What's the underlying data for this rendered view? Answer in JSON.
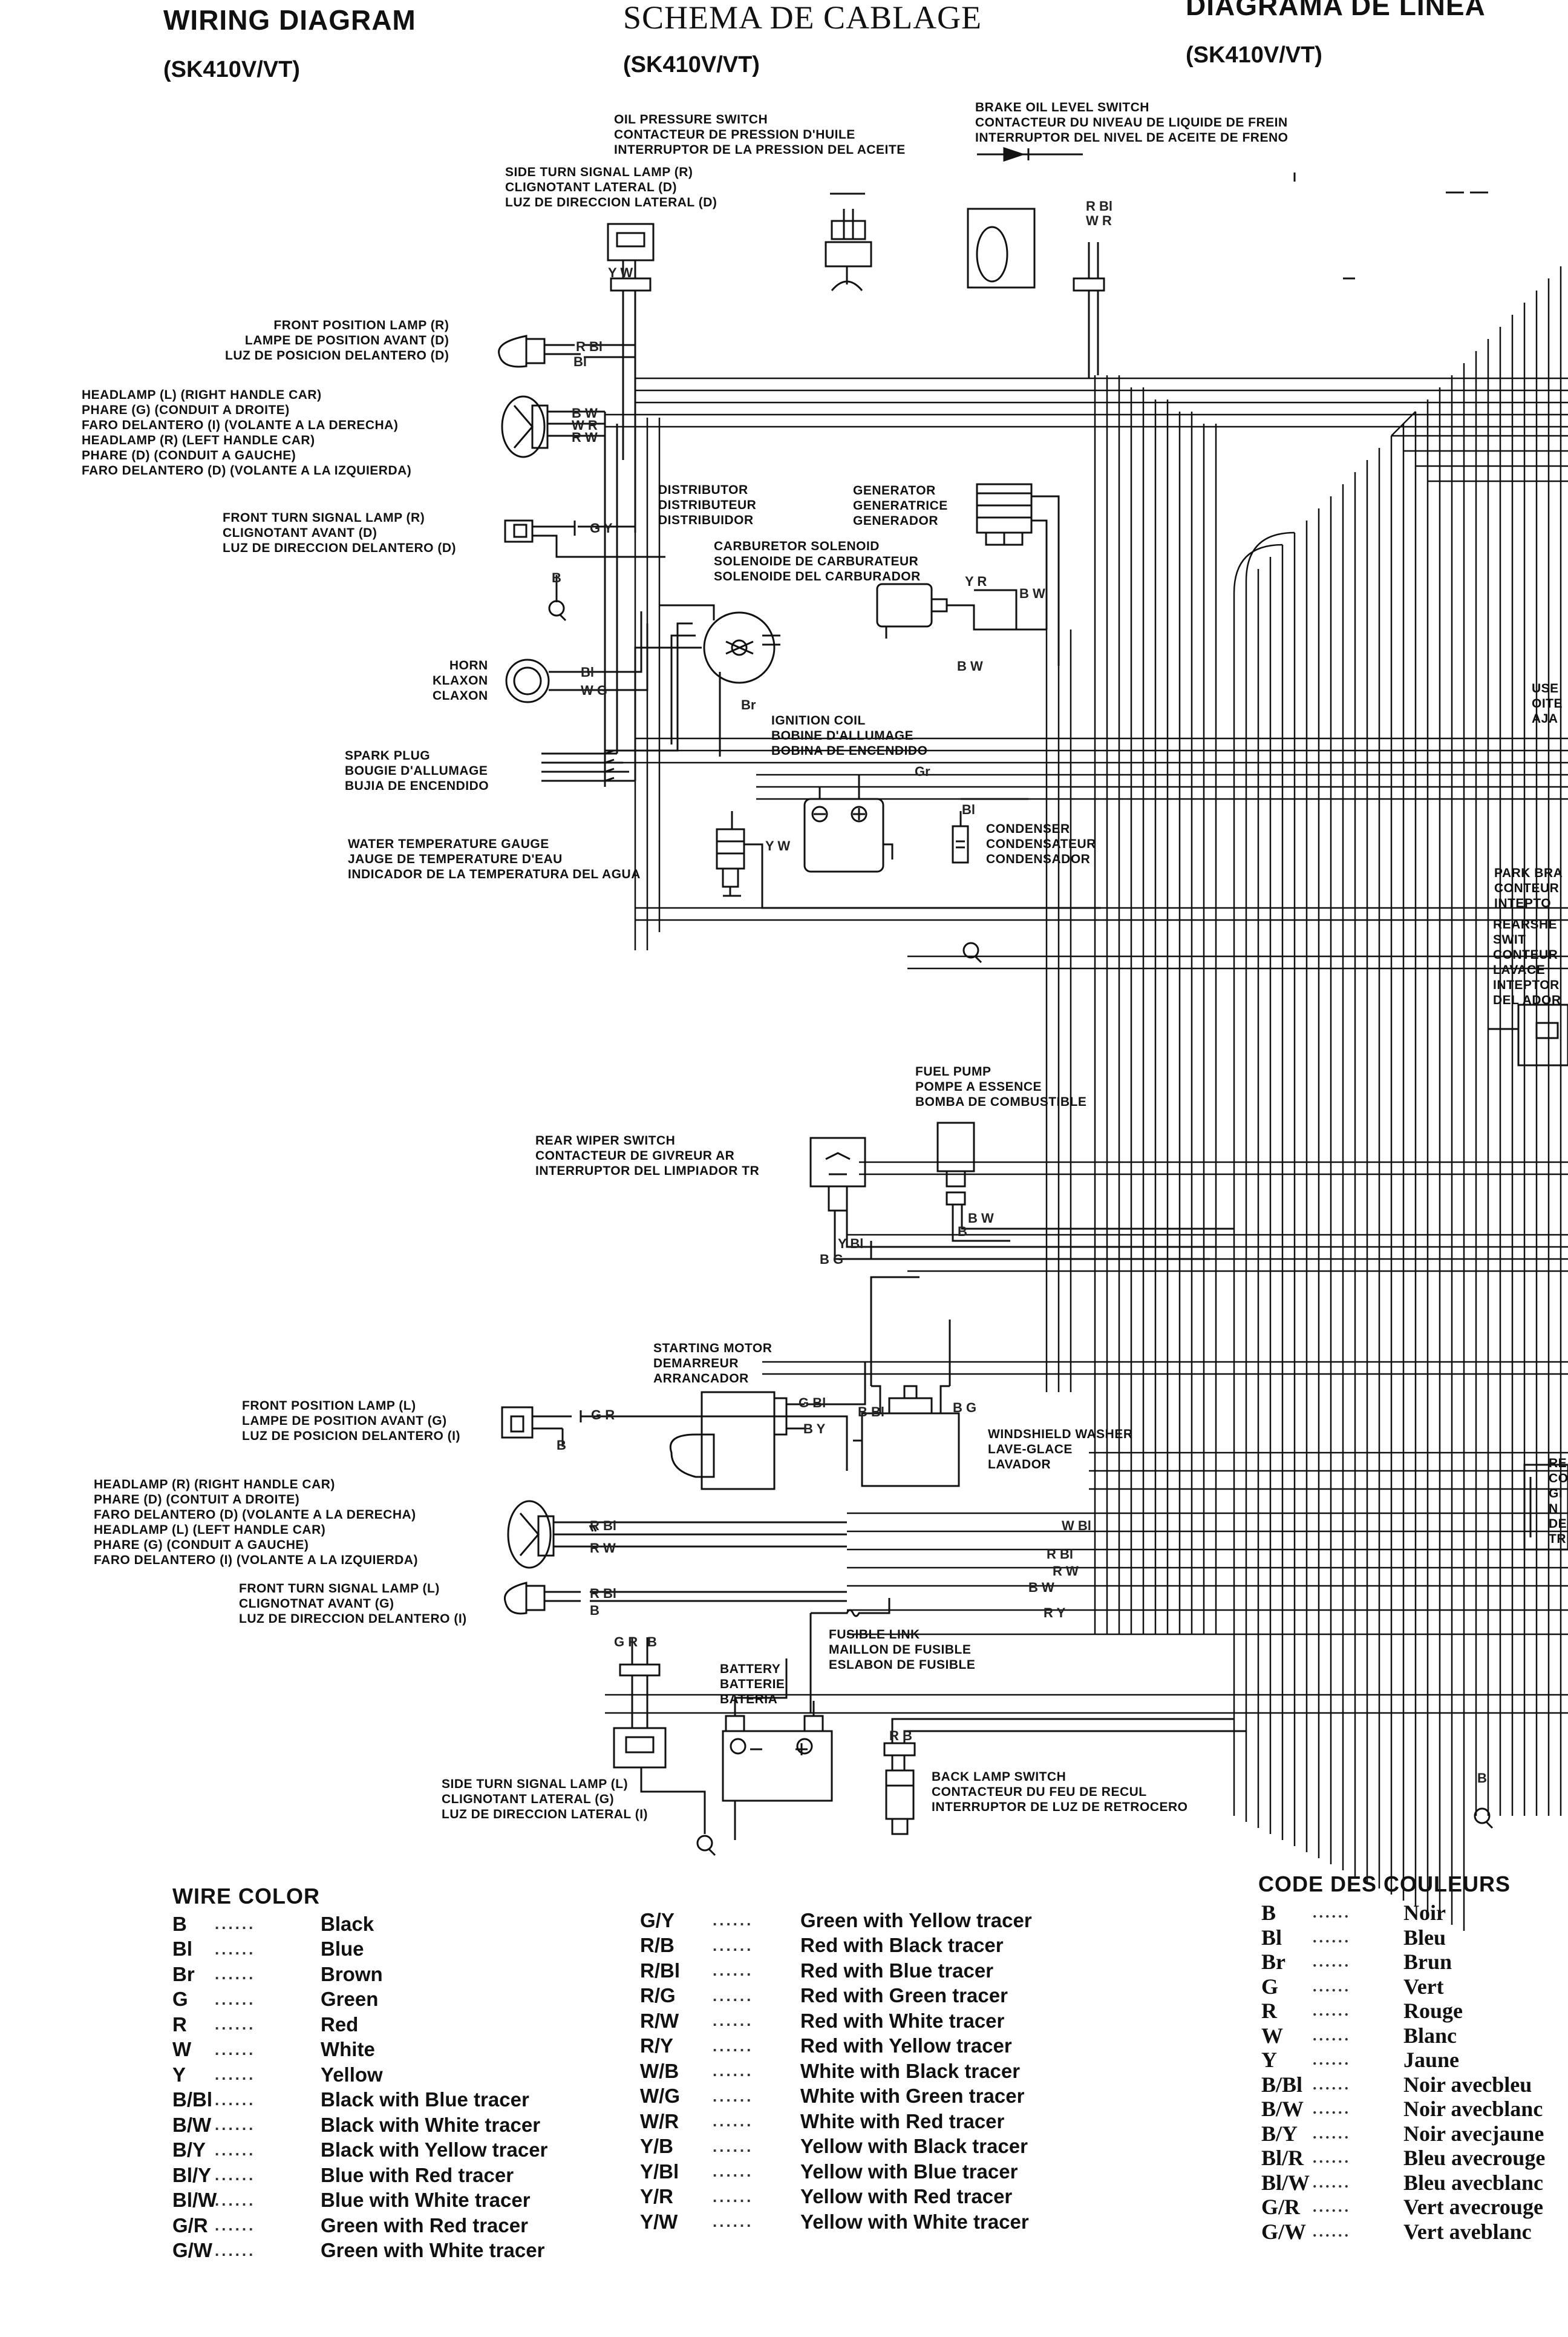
{
  "headers": [
    {
      "title": "WIRING DIAGRAM",
      "sub": "(SK410V/VT)"
    },
    {
      "title": "SCHEMA DE CABLAGE",
      "sub": "(SK410V/VT)"
    },
    {
      "title": "DIAGRAMA DE LINEA",
      "sub": "(SK410V/VT)"
    }
  ],
  "components": {
    "oil_pressure_switch": "OIL PRESSURE SWITCH\nCONTACTEUR DE PRESSION D'HUILE\nINTERRUPTOR DE LA PRESSION DEL ACEITE",
    "brake_oil_level_switch": "BRAKE OIL LEVEL SWITCH\nCONTACTEUR DU NIVEAU DE LIQUIDE DE FREIN\nINTERRUPTOR DEL NIVEL DE ACEITE DE FRENO",
    "side_turn_signal_r": "SIDE TURN SIGNAL LAMP (R)\nCLIGNOTANT LATERAL (D)\nLUZ DE DIRECCION LATERAL (D)",
    "front_position_lamp_r": "FRONT POSITION LAMP (R)\nLAMPE DE POSITION AVANT (D)\nLUZ DE POSICION DELANTERO (D)",
    "headlamp_r": "HEADLAMP (L) (RIGHT HANDLE CAR)\nPHARE (G) (CONDUIT A DROITE)\nFARO DELANTERO (I) (VOLANTE A LA DERECHA)\nHEADLAMP (R) (LEFT HANDLE CAR)\nPHARE (D) (CONDUIT A GAUCHE)\nFARO DELANTERO (D) (VOLANTE A LA IZQUIERDA)",
    "front_turn_signal_r": "FRONT TURN SIGNAL LAMP (R)\nCLIGNOTANT AVANT (D)\nLUZ DE DIRECCION DELANTERO (D)",
    "distributor": "DISTRIBUTOR\nDISTRIBUTEUR\nDISTRIBUIDOR",
    "generator": "GENERATOR\nGENERATRICE\nGENERADOR",
    "carburetor_solenoid": "CARBURETOR SOLENOID\nSOLENOIDE DE CARBURATEUR\nSOLENOIDE DEL CARBURADOR",
    "horn": "HORN\nKLAXON\nCLAXON",
    "ignition_coil": "IGNITION COIL\nBOBINE D'ALLUMAGE\nBOBINA DE ENCENDIDO",
    "spark_plug": "SPARK PLUG\nBOUGIE D'ALLUMAGE\nBUJIA DE ENCENDIDO",
    "condenser": "CONDENSER\nCONDENSATEUR\nCONDENSADOR",
    "water_temp_gauge": "WATER TEMPERATURE GAUGE\nJAUGE DE TEMPERATURE D'EAU\nINDICADOR DE LA TEMPERATURA DEL AGUA",
    "fuel_pump": "FUEL PUMP\nPOMPE A ESSENCE\nBOMBA DE COMBUSTIBLE",
    "rear_wiper_switch": "REAR WIPER SWITCH\nCONTACTEUR DE GIVREUR AR\nINTERRUPTOR DEL LIMPIADOR TR",
    "starting_motor": "STARTING MOTOR\nDEMARREUR\nARRANCADOR",
    "front_position_lamp_l": "FRONT POSITION LAMP (L)\nLAMPE DE POSITION AVANT (G)\nLUZ DE POSICION DELANTERO (I)",
    "windshield_washer": "WINDSHIELD WASHER\nLAVE-GLACE\nLAVADOR",
    "headlamp_l": "HEADLAMP (R) (RIGHT HANDLE CAR)\nPHARE (D) (CONTUIT A DROITE)\nFARO DELANTERO (D) (VOLANTE A LA DERECHA)\nHEADLAMP (L) (LEFT HANDLE CAR)\nPHARE (G) (CONDUIT A GAUCHE)\nFARO DELANTERO (I) (VOLANTE A LA IZQUIERDA)",
    "front_turn_signal_l": "FRONT TURN SIGNAL LAMP (L)\nCLIGNOTNAT AVANT (G)\nLUZ DE DIRECCION DELANTERO (I)",
    "fusible_link": "FUSIBLE LINK\nMAILLON DE FUSIBLE\nESLABON DE FUSIBLE",
    "battery": "BATTERY\nBATTERIE\nBATERIA",
    "side_turn_signal_l": "SIDE TURN SIGNAL LAMP (L)\nCLIGNOTANT LATERAL (G)\nLUZ DE DIRECCION LATERAL (I)",
    "back_lamp_switch": "BACK LAMP SWITCH\nCONTACTEUR DU FEU DE RECUL\nINTERRUPTOR DE LUZ DE RETROCERO",
    "cut_fuse": "USE\nOITE\nAJA",
    "cut_parking_brake": "PARK BRA\nCONTEUR\nINTEPTO",
    "cut_rear_washer": "REARSHE\nSWIT\nCONTEUR\nLAVACE\nINTEPTOR\nDEL ADOR",
    "cut_right_lower": "RE\nCO\nGI\nN\nDE\nTR"
  },
  "wire_codes": {
    "rbl_fp": "R Bl",
    "bl_fp": "Bl",
    "wr_hl": "W R",
    "rw_hl": "R W",
    "bl_w_hl": "B W",
    "gy_ft": "G Y",
    "b_ft": "B",
    "yw_side": "Y W",
    "rbl_brake": "R Bl",
    "wr_brake": "W R",
    "bl_horn": "Bl",
    "wg_horn": "W G",
    "br_coil": "Br",
    "gr_coil": "Gr",
    "bl_cond": "Bl",
    "yw_temp": "Y W",
    "bw_gen": "B W",
    "yr_gen": "Y R",
    "bw2": "B W",
    "ybl_rw": "Y Bl",
    "bg_rw": "B G",
    "bw_fp": "B W",
    "b_fp": "B",
    "gr_fpl": "G R",
    "b_fpl": "B",
    "gbl_sm": "G Bl",
    "by_sm": "B Y",
    "bbl_ww": "B Bl",
    "bg_ww": "B G",
    "rbl_hl2": "R Bl",
    "rw_hl2": "R W",
    "bl_ft2": "R Bl",
    "b_ft2": "B",
    "gr_side2": "G R",
    "b_side2": "B",
    "rb_back": "R B",
    "wbl_bus": "W Bl",
    "rbl_bus": "R Bl",
    "rw_bus": "R W",
    "bw_bus": "B W",
    "ry_bus": "R Y",
    "b_bus": "B"
  },
  "legend_en": {
    "title": "WIRE COLOR",
    "col1": [
      {
        "code": "B",
        "name": "Black"
      },
      {
        "code": "Bl",
        "name": "Blue"
      },
      {
        "code": "Br",
        "name": "Brown"
      },
      {
        "code": "G",
        "name": "Green"
      },
      {
        "code": "R",
        "name": "Red"
      },
      {
        "code": "W",
        "name": "White"
      },
      {
        "code": "Y",
        "name": "Yellow"
      },
      {
        "code": "B/Bl",
        "name": "Black with Blue tracer"
      },
      {
        "code": "B/W",
        "name": "Black with White tracer"
      },
      {
        "code": "B/Y",
        "name": "Black with Yellow tracer"
      },
      {
        "code": "Bl/Y",
        "name": "Blue with Red tracer"
      },
      {
        "code": "Bl/W",
        "name": "Blue with White tracer"
      },
      {
        "code": "G/R",
        "name": "Green with Red tracer"
      },
      {
        "code": "G/W",
        "name": "Green with White tracer"
      }
    ],
    "col2": [
      {
        "code": "G/Y",
        "name": "Green with Yellow tracer"
      },
      {
        "code": "R/B",
        "name": "Red with Black tracer"
      },
      {
        "code": "R/Bl",
        "name": "Red with Blue tracer"
      },
      {
        "code": "R/G",
        "name": "Red with Green tracer"
      },
      {
        "code": "R/W",
        "name": "Red with White tracer"
      },
      {
        "code": "R/Y",
        "name": "Red with Yellow tracer"
      },
      {
        "code": "W/B",
        "name": "White with Black tracer"
      },
      {
        "code": "W/G",
        "name": "White with Green tracer"
      },
      {
        "code": "W/R",
        "name": "White with Red tracer"
      },
      {
        "code": "Y/B",
        "name": "Yellow with Black tracer"
      },
      {
        "code": "Y/Bl",
        "name": "Yellow with Blue tracer"
      },
      {
        "code": "Y/R",
        "name": "Yellow with Red tracer"
      },
      {
        "code": "Y/W",
        "name": "Yellow with White tracer"
      }
    ]
  },
  "legend_fr": {
    "title": "CODE DES COULEURS",
    "rows": [
      {
        "code": "B",
        "name": "Noir"
      },
      {
        "code": "Bl",
        "name": "Bleu"
      },
      {
        "code": "Br",
        "name": "Brun"
      },
      {
        "code": "G",
        "name": "Vert"
      },
      {
        "code": "R",
        "name": "Rouge"
      },
      {
        "code": "W",
        "name": "Blanc"
      },
      {
        "code": "Y",
        "name": "Jaune"
      },
      {
        "code": "B/Bl",
        "name": "Noir avecbleu"
      },
      {
        "code": "B/W",
        "name": "Noir avecblanc"
      },
      {
        "code": "B/Y",
        "name": "Noir avecjaune"
      },
      {
        "code": "Bl/R",
        "name": "Bleu avecrouge"
      },
      {
        "code": "Bl/W",
        "name": "Bleu avecblanc"
      },
      {
        "code": "G/R",
        "name": "Vert avecrouge"
      },
      {
        "code": "G/W",
        "name": "Vert aveblanc"
      }
    ]
  }
}
